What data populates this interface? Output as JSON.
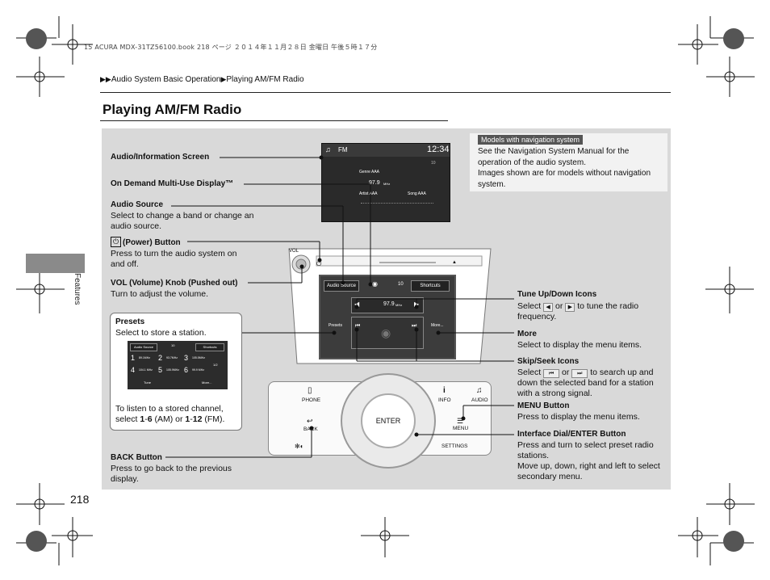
{
  "print_header": "15 ACURA MDX-31TZ56100.book  218 ページ  ２０１４年１１月２８日  金曜日  午後５時１７分",
  "breadcrumb": {
    "part1": "Audio System Basic Operation",
    "part2": "Playing AM/FM Radio"
  },
  "page_title": "Playing AM/FM Radio",
  "side_tab": "Features",
  "page_number": "218",
  "nav_note": {
    "tag": "Models with navigation system",
    "text1": "See the Navigation System Manual for the operation of the audio system.",
    "text2": "Images shown are for models without navigation system."
  },
  "callouts": {
    "audio_info_screen": "Audio/Information Screen",
    "on_demand": "On Demand Multi-Use Display™",
    "audio_source_title": "Audio Source",
    "audio_source_text": "Select to change a band or change an audio source.",
    "power_title": "(Power) Button",
    "power_text": "Press to turn the audio system on and off.",
    "vol_title": "VOL (Volume) Knob (Pushed out)",
    "vol_text": "Turn to adjust the volume.",
    "presets_title": "Presets",
    "presets_text": "Select to store a station.",
    "presets_note_1": "To listen to a stored channel, select ",
    "presets_note_b1": "1",
    "presets_note_d1": "-",
    "presets_note_b2": "6",
    "presets_note_2": " (AM) or ",
    "presets_note_b3": "1",
    "presets_note_d2": "-",
    "presets_note_b4": "12",
    "presets_note_3": " (FM).",
    "back_title": "BACK Button",
    "back_text": "Press to go back to the previous display.",
    "tune_title": "Tune Up/Down Icons",
    "tune_text_a": "Select",
    "tune_text_b": "or",
    "tune_text_c": "to tune the radio frequency.",
    "more_title": "More",
    "more_text": "Select to display the menu items.",
    "skip_title": "Skip/Seek Icons",
    "skip_text_a": "Select",
    "skip_text_b": "or",
    "skip_text_c": "to search up and down the selected band for a station with a strong signal.",
    "menu_title": "MENU Button",
    "menu_text": "Press to display the menu items.",
    "dial_title": "Interface Dial/ENTER Button",
    "dial_text1": "Press and turn to select preset radio stations.",
    "dial_text2": "Move up, down, right and left to select secondary menu."
  },
  "upper_screen": {
    "band": "FM",
    "clock": "12:34",
    "genre": "Genre AAA",
    "freq": "97.9",
    "freq_unit": "MHz",
    "artist": "Artist AAA",
    "song": "Song AAA",
    "channel": "10"
  },
  "lower_screen": {
    "vol": "VOL",
    "audio_source": "Audio Source",
    "channel": "10",
    "shortcuts": "Shortcuts",
    "freq": "97.9",
    "freq_unit": "MHz",
    "presets": "Presets",
    "more": "More..."
  },
  "mini_screen": {
    "audio_source": "Audio Source",
    "channel": "10",
    "shortcuts": "Shortcuts",
    "p1": "1",
    "p1v": "89.1MHz",
    "p2": "2",
    "p2v": "93.7MHz",
    "p3": "3",
    "p3v": "105.5MHz",
    "p4": "4",
    "p4v": "104.1 MHz",
    "p5": "5",
    "p5v": "105.9MHz",
    "p6": "6",
    "p6v": "99.9 MHz",
    "page": "1/2",
    "tune": "Tune",
    "more": "More..."
  },
  "controls": {
    "phone": "PHONE",
    "info": "INFO",
    "audio": "AUDIO",
    "back": "BACK",
    "enter": "ENTER",
    "menu": "MENU",
    "settings": "SETTINGS"
  }
}
